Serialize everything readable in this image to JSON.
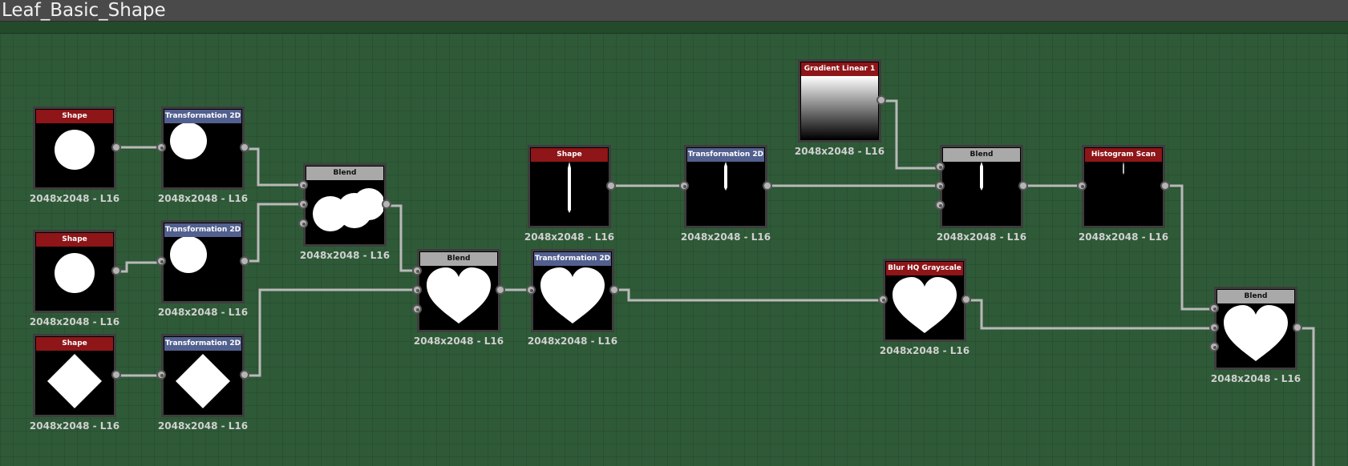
{
  "graph": {
    "title": "Leaf_Basic_Shape",
    "colors": {
      "background": "#2f5a38",
      "header_generator": "#8e1518",
      "header_transform": "#52608f",
      "header_blend": "#a9a9a9",
      "wire": "#b9b9b9"
    },
    "nodes": [
      {
        "id": "n1",
        "label": "Shape",
        "kind": "generator",
        "thumb": "circle",
        "res": "2048x2048 - L16"
      },
      {
        "id": "n2",
        "label": "Transformation 2D",
        "kind": "transform",
        "thumb": "circle-offset",
        "res": "2048x2048 - L16"
      },
      {
        "id": "n3",
        "label": "Shape",
        "kind": "generator",
        "thumb": "circle",
        "res": "2048x2048 - L16"
      },
      {
        "id": "n4",
        "label": "Transformation 2D",
        "kind": "transform",
        "thumb": "circle-offset",
        "res": "2048x2048 - L16"
      },
      {
        "id": "n5",
        "label": "Shape",
        "kind": "generator",
        "thumb": "diamond",
        "res": "2048x2048 - L16"
      },
      {
        "id": "n6",
        "label": "Transformation 2D",
        "kind": "transform",
        "thumb": "diamond",
        "res": "2048x2048 - L16"
      },
      {
        "id": "n7",
        "label": "Blend",
        "kind": "blend",
        "thumb": "two-circles",
        "res": "2048x2048 - L16"
      },
      {
        "id": "n8",
        "label": "Blend",
        "kind": "blend",
        "thumb": "heart",
        "res": "2048x2048 - L16"
      },
      {
        "id": "n9",
        "label": "Transformation 2D",
        "kind": "transform",
        "thumb": "heart",
        "res": "2048x2048 - L16"
      },
      {
        "id": "n10",
        "label": "Shape",
        "kind": "generator",
        "thumb": "thin-line",
        "res": "2048x2048 - L16"
      },
      {
        "id": "n11",
        "label": "Transformation 2D",
        "kind": "transform",
        "thumb": "thin-line-short",
        "res": "2048x2048 - L16"
      },
      {
        "id": "n12",
        "label": "Gradient Linear 1",
        "kind": "generator",
        "thumb": "gradient",
        "res": "2048x2048 - L16"
      },
      {
        "id": "n13",
        "label": "Blend",
        "kind": "blend",
        "thumb": "thin-line-short",
        "res": "2048x2048 - L16"
      },
      {
        "id": "n14",
        "label": "Histogram Scan",
        "kind": "generator",
        "thumb": "tiny-line",
        "res": "2048x2048 - L16"
      },
      {
        "id": "n15",
        "label": "Blur HQ Grayscale",
        "kind": "generator",
        "thumb": "heart",
        "res": "2048x2048 - L16"
      },
      {
        "id": "n16",
        "label": "Blend",
        "kind": "blend",
        "thumb": "heart",
        "res": "2048x2048 - L16"
      }
    ]
  }
}
